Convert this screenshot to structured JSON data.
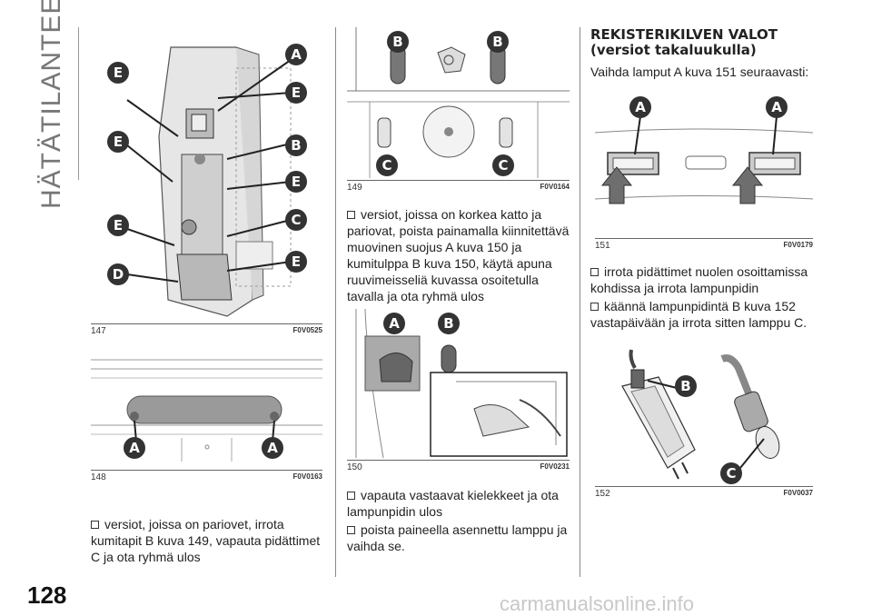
{
  "section_title": "HÄTÄTILANTEET",
  "page_number": "128",
  "watermark": "carmanualsonline.info",
  "heading_line1": "REKISTERIKILVEN VALOT",
  "heading_line2": "(versiot takaluukulla)",
  "intro": "Vaihda lamput A kuva 151 seuraavasti:",
  "figures": {
    "f147": {
      "num": "147",
      "code": "F0V0525",
      "labels": [
        "E",
        "A",
        "E",
        "E",
        "B",
        "E",
        "E",
        "C",
        "E",
        "D"
      ]
    },
    "f148": {
      "num": "148",
      "code": "F0V0163",
      "labels": [
        "A",
        "A"
      ]
    },
    "f149": {
      "num": "149",
      "code": "F0V0164",
      "labels": [
        "B",
        "B",
        "C",
        "C"
      ]
    },
    "f150": {
      "num": "150",
      "code": "F0V0231",
      "labels": [
        "A",
        "B"
      ]
    },
    "f151": {
      "num": "151",
      "code": "F0V0179",
      "labels": [
        "A",
        "A"
      ]
    },
    "f152": {
      "num": "152",
      "code": "F0V0037",
      "labels": [
        "B",
        "C"
      ]
    }
  },
  "steps": {
    "col1_a": "versiot, joissa on pariovet, irrota kumitapit B kuva 149, vapauta pidättimet C ja ota ryhmä ulos",
    "col2_a": "versiot, joissa on korkea katto ja pariovat, poista painamalla kiinnitettävä muovinen suojus A kuva 150 ja kumitulppa B kuva 150, käytä apuna ruuvimeisseliä kuvassa osoitetulla tavalla ja ota ryhmä ulos",
    "col2_b": "vapauta vastaavat kielekkeet ja ota lampunpidin ulos",
    "col2_c": "poista paineella asennettu lamppu ja vaihda se.",
    "col3_a": "irrota pidättimet nuolen osoittamissa kohdissa ja irrota lampunpidin",
    "col3_b": "käännä lampunpidintä B kuva 152 vastapäivään ja irrota sitten lamppu C."
  },
  "colors": {
    "label_fill": "#333333",
    "arrow_fill": "#6e6e6e",
    "lamp_fill": "#cccccc"
  }
}
